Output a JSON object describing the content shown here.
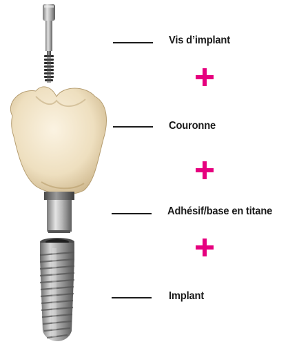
{
  "colors": {
    "accent": "#e6007e",
    "titanium_light": "#d9d9d9",
    "titanium_dark": "#6e6e6e",
    "crown_light": "#f6ead0",
    "crown_dark": "#c9b48a"
  },
  "components": [
    {
      "id": "screw",
      "label": "Vis d’implant",
      "icon": "implant-screw-icon"
    },
    {
      "id": "crown",
      "label": "Couronne",
      "icon": "crown-icon"
    },
    {
      "id": "abutment",
      "label": "Adhésif/base en titane",
      "icon": "titanium-base-icon"
    },
    {
      "id": "implant",
      "label": "Implant",
      "icon": "implant-icon"
    }
  ],
  "separator_symbol": "plus-icon"
}
